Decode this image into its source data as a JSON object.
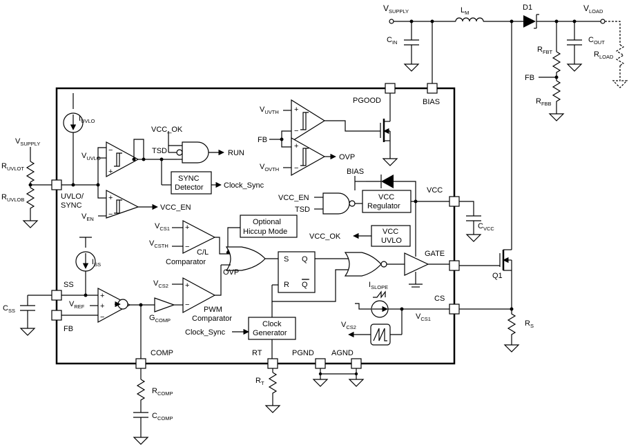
{
  "labels": {
    "vsupply_top": [
      "V",
      "SUPPLY"
    ],
    "cin": [
      "C",
      "IN"
    ],
    "lm": [
      "L",
      "M"
    ],
    "d1": "D1",
    "vload": [
      "V",
      "LOAD"
    ],
    "cout": [
      "C",
      "OUT"
    ],
    "rfbt": [
      "R",
      "FBT"
    ],
    "rload": [
      "R",
      "LOAD"
    ],
    "fb_ext": "FB",
    "rfbb": [
      "R",
      "FBB"
    ],
    "pgood": "PGOOD",
    "bias": "BIAS",
    "iuvlo": [
      "I",
      "UVLO"
    ],
    "vcc_ok_top": "VCC_OK",
    "vuvth": [
      "V",
      "UVTH"
    ],
    "fb_int": "FB",
    "vovth": [
      "V",
      "OVTH"
    ],
    "ovp_out": "OVP",
    "tsd_top": "TSD",
    "run": "RUN",
    "vuvlo": [
      "V",
      "UVLO"
    ],
    "sync_det": [
      "SYNC",
      "Detector"
    ],
    "clock_sync_out": "Clock_Sync",
    "vsupply_left": [
      "V",
      "SUPPLY"
    ],
    "ruvlot": [
      "R",
      "UVLOT"
    ],
    "ruvlob": [
      "R",
      "UVLOB"
    ],
    "uvlo_sync": [
      "UVLO/",
      "SYNC"
    ],
    "ven": [
      "V",
      "EN"
    ],
    "vcc_en_out": "VCC_EN",
    "bias2": "BIAS",
    "vcc_en_in": "VCC_EN",
    "tsd_in": "TSD",
    "vcc_reg": [
      "VCC",
      "Regulator"
    ],
    "vcc_pin": "VCC",
    "cvcc": [
      "C",
      "VCC"
    ],
    "hiccup": [
      "Optional",
      "Hiccup Mode"
    ],
    "vcs1_in": [
      "V",
      "CS1"
    ],
    "vcsth": [
      "V",
      "CSTH"
    ],
    "cl_comp": [
      "C/L",
      "Comparator"
    ],
    "vcc_ok_out": "VCC_OK",
    "vcc_uvlo": [
      "VCC",
      "UVLO"
    ],
    "gate": "GATE",
    "iss": [
      "I",
      "SS"
    ],
    "ovp_in": "OVP",
    "ff_s": "S",
    "ff_q": "Q",
    "ff_r": "R",
    "ff_qbar": "Q",
    "q1": "Q1",
    "ss": "SS",
    "css": [
      "C",
      "SS"
    ],
    "vref": [
      "V",
      "REF"
    ],
    "vcs2_in": [
      "V",
      "CS2"
    ],
    "gcomp": [
      "G",
      "COMP"
    ],
    "pwm_comp": [
      "PWM",
      "Comparator"
    ],
    "islope": [
      "I",
      "SLOPE"
    ],
    "cs": "CS",
    "vcs1_out": [
      "V",
      "CS1"
    ],
    "rs": [
      "R",
      "S"
    ],
    "fb_pin": "FB",
    "vcs2_out": [
      "V",
      "CS2"
    ],
    "clock_sync_in": "Clock_Sync",
    "clock_gen": [
      "Clock",
      "Generator"
    ],
    "comp": "COMP",
    "rt": "RT",
    "pgnd": "PGND",
    "agnd": "AGND",
    "rcomp": [
      "R",
      "COMP"
    ],
    "rt_res": [
      "R",
      "T"
    ],
    "ccomp": [
      "C",
      "COMP"
    ]
  }
}
